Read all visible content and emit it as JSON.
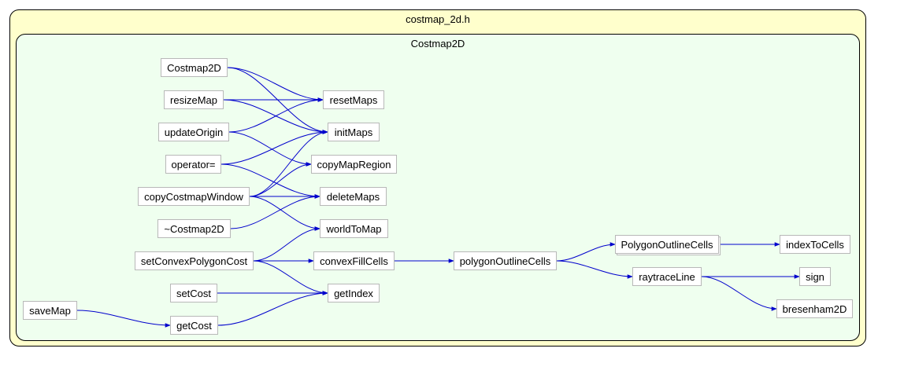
{
  "diagram": {
    "file_cluster": {
      "label": "costmap_2d.h"
    },
    "class_cluster": {
      "label": "Costmap2D"
    },
    "nodes": [
      {
        "id": "Costmap2D",
        "label": "Costmap2D"
      },
      {
        "id": "resizeMap",
        "label": "resizeMap"
      },
      {
        "id": "updateOrigin",
        "label": "updateOrigin"
      },
      {
        "id": "operator_eq",
        "label": "operator="
      },
      {
        "id": "copyCostmapWindow",
        "label": "copyCostmapWindow"
      },
      {
        "id": "dtor",
        "label": "~Costmap2D"
      },
      {
        "id": "setConvexPolygonCost",
        "label": "setConvexPolygonCost"
      },
      {
        "id": "setCost",
        "label": "setCost"
      },
      {
        "id": "saveMap",
        "label": "saveMap"
      },
      {
        "id": "getCost",
        "label": "getCost"
      },
      {
        "id": "resetMaps",
        "label": "resetMaps"
      },
      {
        "id": "initMaps",
        "label": "initMaps"
      },
      {
        "id": "copyMapRegion",
        "label": "copyMapRegion"
      },
      {
        "id": "deleteMaps",
        "label": "deleteMaps"
      },
      {
        "id": "worldToMap",
        "label": "worldToMap"
      },
      {
        "id": "convexFillCells",
        "label": "convexFillCells"
      },
      {
        "id": "getIndex",
        "label": "getIndex"
      },
      {
        "id": "polygonOutlineCells",
        "label": "polygonOutlineCells"
      },
      {
        "id": "PolygonOutlineCells",
        "label": "PolygonOutlineCells"
      },
      {
        "id": "raytraceLine",
        "label": "raytraceLine"
      },
      {
        "id": "indexToCells",
        "label": "indexToCells"
      },
      {
        "id": "sign",
        "label": "sign"
      },
      {
        "id": "bresenham2D",
        "label": "bresenham2D"
      }
    ],
    "edges": [
      [
        "Costmap2D",
        "resetMaps"
      ],
      [
        "Costmap2D",
        "initMaps"
      ],
      [
        "resizeMap",
        "resetMaps"
      ],
      [
        "resizeMap",
        "initMaps"
      ],
      [
        "updateOrigin",
        "resetMaps"
      ],
      [
        "updateOrigin",
        "copyMapRegion"
      ],
      [
        "operator_eq",
        "initMaps"
      ],
      [
        "operator_eq",
        "deleteMaps"
      ],
      [
        "copyCostmapWindow",
        "initMaps"
      ],
      [
        "copyCostmapWindow",
        "copyMapRegion"
      ],
      [
        "copyCostmapWindow",
        "deleteMaps"
      ],
      [
        "copyCostmapWindow",
        "worldToMap"
      ],
      [
        "dtor",
        "deleteMaps"
      ],
      [
        "setConvexPolygonCost",
        "worldToMap"
      ],
      [
        "setConvexPolygonCost",
        "convexFillCells"
      ],
      [
        "setConvexPolygonCost",
        "getIndex"
      ],
      [
        "setCost",
        "getIndex"
      ],
      [
        "saveMap",
        "getCost"
      ],
      [
        "getCost",
        "getIndex"
      ],
      [
        "convexFillCells",
        "polygonOutlineCells"
      ],
      [
        "polygonOutlineCells",
        "PolygonOutlineCells"
      ],
      [
        "polygonOutlineCells",
        "raytraceLine"
      ],
      [
        "PolygonOutlineCells",
        "indexToCells"
      ],
      [
        "raytraceLine",
        "sign"
      ],
      [
        "raytraceLine",
        "bresenham2D"
      ]
    ],
    "colors": {
      "edge": "#0000cc",
      "node_border": "#b8b8b8",
      "outer_fill": "#ffffcc",
      "inner_fill": "#efffef"
    }
  }
}
